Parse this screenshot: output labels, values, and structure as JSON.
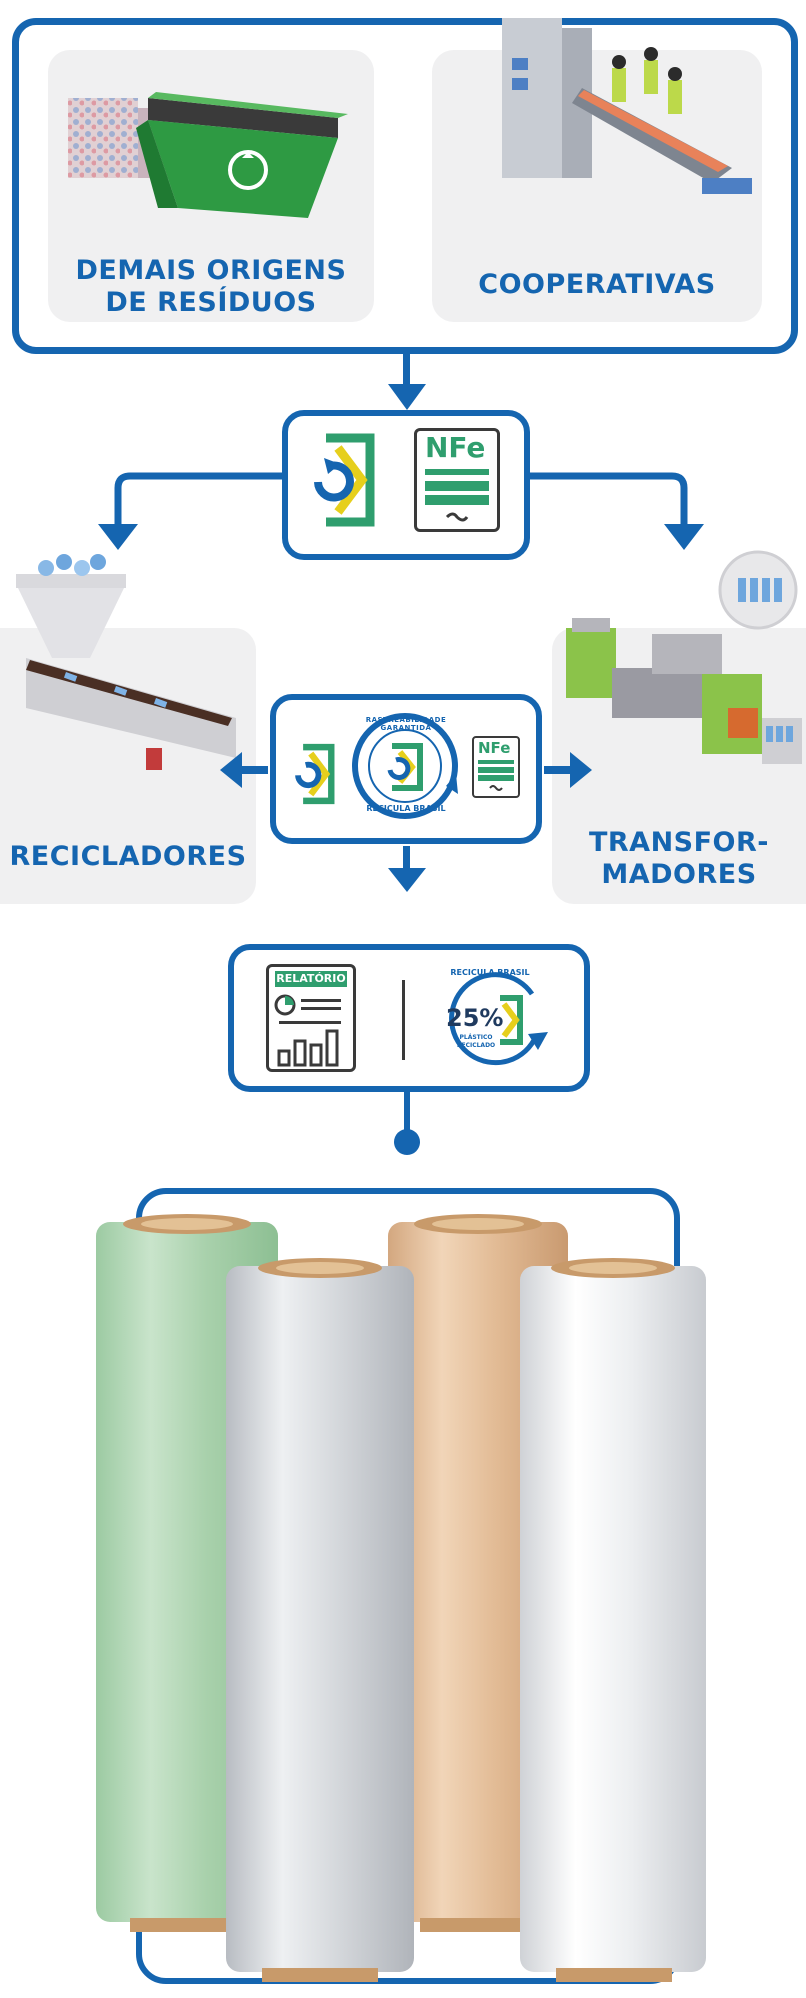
{
  "top": {
    "card1_line1": "DEMAIS ORIGENS",
    "card1_line2": "DE RESÍDUOS",
    "card2_label": "COOPERATIVAS"
  },
  "mid": {
    "nfe_label": "NFe",
    "seal_text": "RASTREABILIDADE GARANTIDA",
    "seal_bottom": "RECICULA BRASIL",
    "nfe_small": "NFe"
  },
  "sides": {
    "left_label": "RECICLADORES",
    "right_line1": "TRANSFOR-",
    "right_line2": "MADORES"
  },
  "report": {
    "doc_label": "RELATÓRIO",
    "badge_top": "RECICULA BRASIL",
    "badge_percent": "25%",
    "badge_bottom": "PLÁSTICO RECICLADO"
  },
  "colors": {
    "brand_blue": "#1565b0",
    "brand_green": "#2f9e6e",
    "brand_yellow": "#e6cf1c"
  }
}
